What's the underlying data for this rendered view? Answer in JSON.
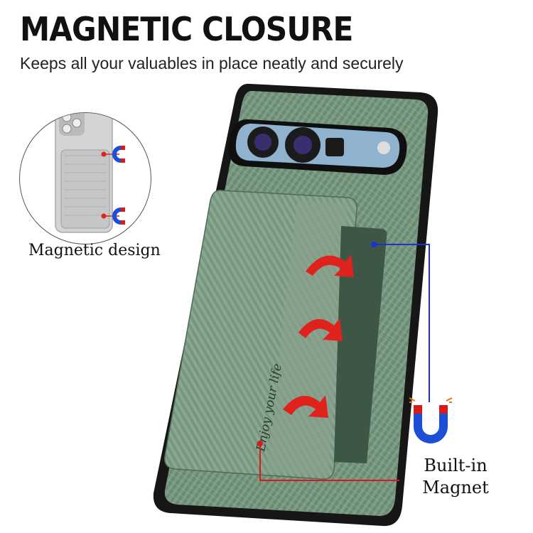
{
  "heading": {
    "title": "MAGNETIC CLOSURE",
    "subtitle": "Keeps all your valuables in place neatly and securely"
  },
  "inset": {
    "label": "Magnetic design"
  },
  "callout": {
    "label_line1": "Built-in",
    "label_line2": "Magnet"
  },
  "product": {
    "card_text": "Enjoy your life"
  },
  "colors": {
    "case_green": "#7a9a82",
    "case_dark": "#1a1a1a",
    "arrow_red": "#e0221c",
    "callout_blue": "#1d2fd6",
    "callout_red": "#d91a1a",
    "camera_bar": "#8fb3cf"
  }
}
